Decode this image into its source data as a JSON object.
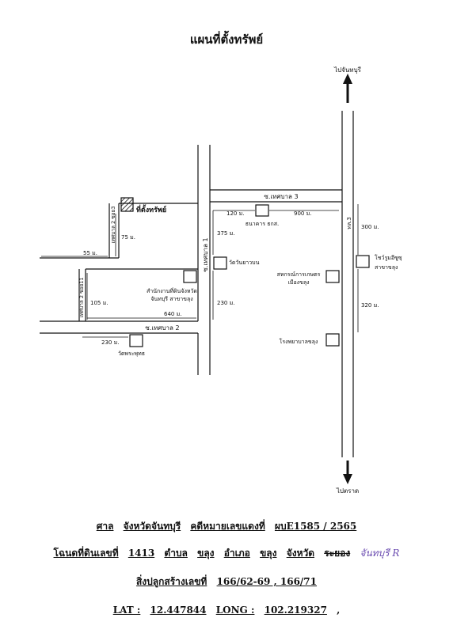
{
  "title": "แผนที่ตั้งทรัพย์",
  "direction_top": "ไปจันทบุรี",
  "direction_bottom": "ไปตราด",
  "roads": {
    "highway": "ทล.3",
    "soi_tessaban_3": "ซ.เทศบาล 3",
    "soi_tessaban_1": "ซ.เทศบาล 1",
    "soi_tessaban_2": "ซ.เทศบาล 2",
    "soi_tessaban_2_soi_3": "เทศบาล 2 ซอย3",
    "soi_tessaban_2_soi_11": "เทศบาล 2 ซอย11"
  },
  "landmarks": {
    "property": "ที่ตั้งทรัพย์",
    "bank_line1": "ธนาคาร ธกส.",
    "temple_wanyaobon": "วัดวันยาวบน",
    "land_office_line1": "สำนักงานที่ดินจังหวัด",
    "land_office_line2": "จันทบุรี สาขาขลุง",
    "coop_line1": "สหกรณ์การเกษตร",
    "coop_line2": "เมืองขลุง",
    "hospital": "โรงพยาบาลขลุง",
    "wat_phra_yuttha": "วัดพระพุทธ",
    "showroom_line1": "โชว์รูมอีซูซุ",
    "showroom_line2": "สาขาขลุง"
  },
  "distances": {
    "d75": "75 ม.",
    "d55": "55 ม.",
    "d105": "105 ม.",
    "d640": "640 ม.",
    "d230_left": "230 ม.",
    "d120": "120 ม.",
    "d900": "900 ม.",
    "d375": "375 ม.",
    "d230_mid": "230 ม.",
    "d300": "300 ม.",
    "d320": "320 ม."
  },
  "footer": {
    "court_label": "ศาล",
    "court_value": "จังหวัดจันทบุรี",
    "case_label": "คดีหมายเลขแดงที่",
    "case_value": "ผบE1585 / 2565",
    "deed_label": "โฉนดที่ดินเลขที่",
    "deed_value": "1413",
    "tambon_label": "ตำบล",
    "tambon_value": "ขลุง",
    "amphoe_label": "อำเภอ",
    "amphoe_value": "ขลุง",
    "province_label": "จังหวัด",
    "province_struck": "ระยอง",
    "province_handwritten": "จันทบุรี R",
    "building_label": "สิ่งปลูกสร้างเลขที่",
    "building_value": "166/62-69 , 166/71",
    "lat_label": "LAT :",
    "lat_value": "12.447844",
    "long_label": "LONG :",
    "long_value": "102.219327",
    "trailing": ","
  }
}
